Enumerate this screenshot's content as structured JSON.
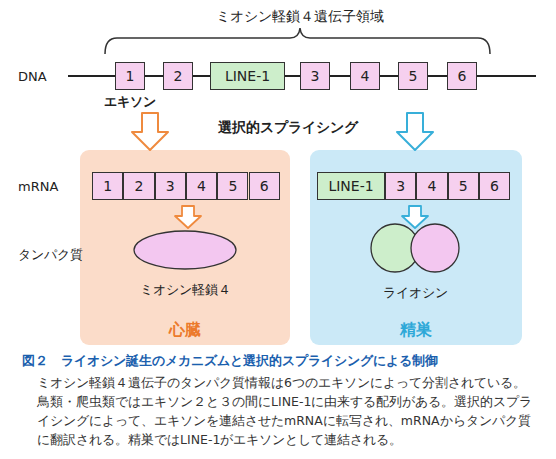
{
  "diagram": {
    "title": "図２　ライオシン誕生のメカニズムと選択的スプライシングによる制御",
    "caption": "ミオシン軽鎖４遺伝子のタンパク質情報は6つのエキソンによって分割されている。鳥類・爬虫類ではエキソン２と３の間にLINE-1に由来する配列がある。選択的スプライシングによって、エキソンを連結させたmRNAに転写され、mRNAからタンパク質に翻訳される。精巣ではLINE-1がエキソンとして連結される。",
    "nodes": [
      {
        "text": [
          "1"
        ]
      },
      {
        "text": [
          "2"
        ]
      },
      {
        "text": [
          "LINE-1"
        ]
      },
      {
        "text": [
          "3"
        ]
      },
      {
        "text": [
          "4"
        ]
      },
      {
        "text": [
          "5"
        ]
      },
      {
        "text": [
          "6"
        ]
      },
      {
        "text": [
          "心臓"
        ]
      },
      {
        "text": [
          "1"
        ],
        "in": 7
      },
      {
        "text": [
          "2"
        ],
        "in": 7
      },
      {
        "text": [
          "3"
        ],
        "in": 7
      },
      {
        "text": [
          "4"
        ],
        "in": 7
      },
      {
        "text": [
          "5"
        ],
        "in": 7
      },
      {
        "text": [
          "6"
        ],
        "in": 7
      },
      {
        "text": [
          "ミオシン軽鎖４"
        ],
        "in": 7
      },
      {
        "text": [
          "精巣"
        ]
      },
      {
        "text": [
          "LINE-1"
        ],
        "in": 15
      },
      {
        "text": [
          "3"
        ],
        "in": 15
      },
      {
        "text": [
          "4"
        ],
        "in": 15
      },
      {
        "text": [
          "5"
        ],
        "in": 15
      },
      {
        "text": [
          "6"
        ],
        "in": 15
      },
      {
        "text": [
          "ライオシン"
        ],
        "in": 15
      }
    ],
    "labels": [
      "ミオシン軽鎖４遺伝子領域",
      "DNA",
      "エキソン",
      "選択的スプライシング",
      "mRNA",
      "タンパク質"
    ]
  }
}
